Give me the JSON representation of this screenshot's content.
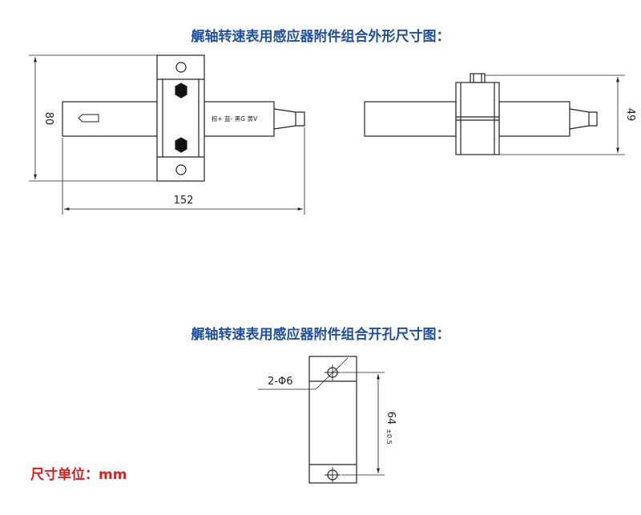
{
  "titles": {
    "outline": "艉轴转速表用感应器附件组合外形尺寸图：",
    "cutout": "艉轴转速表用感应器附件组合开孔尺寸图："
  },
  "unit_label": "尺寸单位：mm",
  "dimensions": {
    "height": "80",
    "length": "152",
    "side_height": "49",
    "hole_spec": "2-Φ6",
    "hole_spacing": "64",
    "hole_tolerance": "±0.5"
  },
  "wire_label": "棕+ 蓝- 黑G 黄V"
}
